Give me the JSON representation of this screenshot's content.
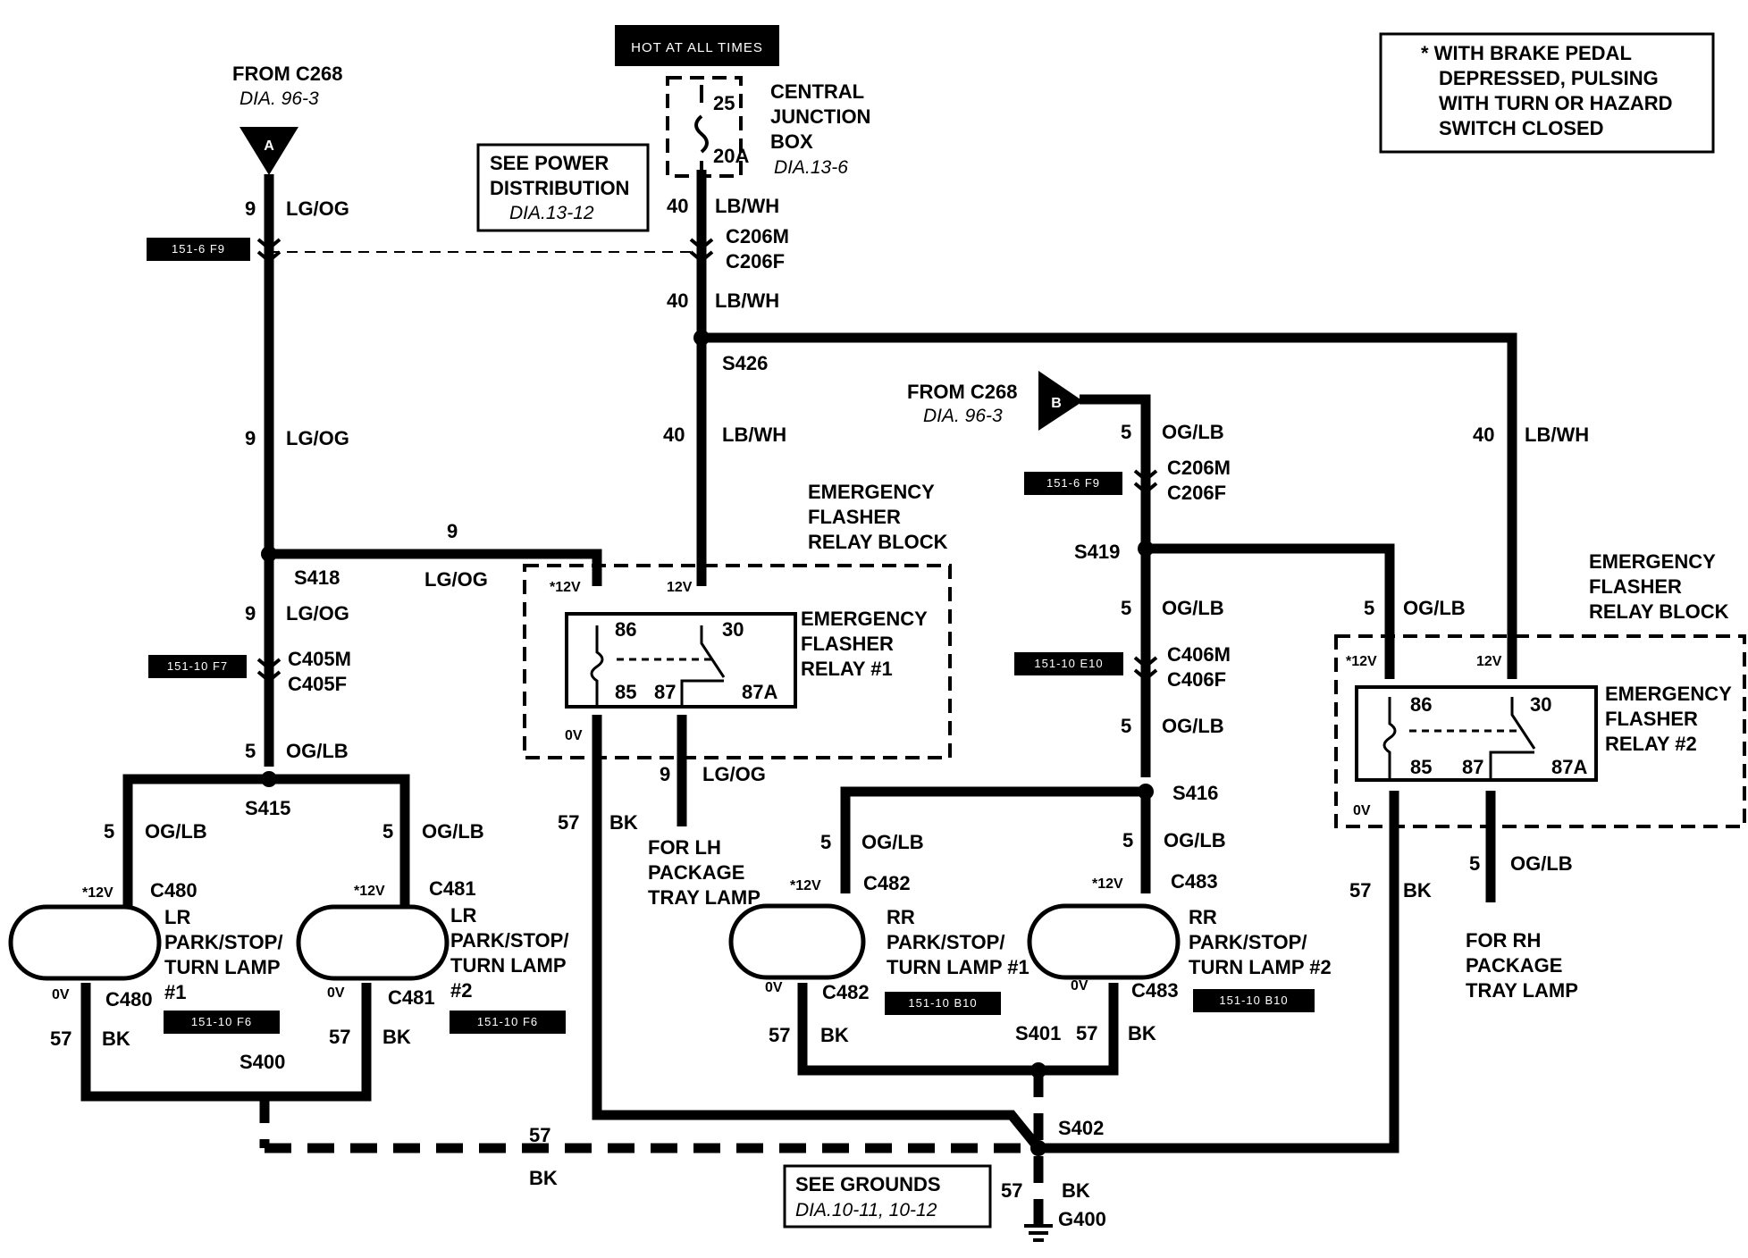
{
  "header": {
    "hot": "HOT AT ALL TIMES",
    "note": [
      "* WITH BRAKE PEDAL",
      "DEPRESSED, PULSING",
      "WITH TURN OR HAZARD",
      "SWITCH CLOSED"
    ]
  },
  "sources": {
    "a": {
      "from": "FROM C268",
      "dia": "DIA. 96-3",
      "letter": "A"
    },
    "b": {
      "from": "FROM C268",
      "dia": "DIA. 96-3",
      "letter": "B"
    }
  },
  "fuse": {
    "num": "25",
    "amp": "20A",
    "name": [
      "CENTRAL",
      "JUNCTION",
      "BOX"
    ],
    "dia": "DIA.13-6"
  },
  "power_dist": {
    "title": [
      "SEE POWER",
      "DISTRIBUTION"
    ],
    "dia": "DIA.13-12"
  },
  "grounds_box": {
    "title": "SEE GROUNDS",
    "dia": "DIA.10-11, 10-12"
  },
  "wires": {
    "n9": "9",
    "n40": "40",
    "n5": "5",
    "n57": "57",
    "lgog": "LG/OG",
    "lbwh": "LB/WH",
    "oglb": "OG/LB",
    "bk": "BK"
  },
  "connectors": {
    "c206m": "C206M",
    "c206f": "C206F",
    "c405m": "C405M",
    "c405f": "C405F",
    "c406m": "C406M",
    "c406f": "C406F",
    "c480": "C480",
    "c481": "C481",
    "c482": "C482",
    "c483": "C483"
  },
  "splices": {
    "s426": "S426",
    "s418": "S418",
    "s415": "S415",
    "s419": "S419",
    "s416": "S416",
    "s400": "S400",
    "s401": "S401",
    "s402": "S402",
    "g400": "G400"
  },
  "tags": {
    "t1": "151-6 F9",
    "t2": "151-6 F9",
    "t3": "151-10 F7",
    "t4": "151-10 E10",
    "t5": "151-10 F6",
    "t6": "151-10 F6",
    "t7": "151-10 B10",
    "t8": "151-10 B10"
  },
  "relay_block": [
    "EMERGENCY",
    "FLASHER",
    "RELAY BLOCK"
  ],
  "relay1": [
    "EMERGENCY",
    "FLASHER",
    "RELAY #1"
  ],
  "relay2": [
    "EMERGENCY",
    "FLASHER",
    "RELAY #2"
  ],
  "pins": {
    "p86": "86",
    "p30": "30",
    "p85": "85",
    "p87": "87",
    "p87a": "87A"
  },
  "volts": {
    "v12s": "*12V",
    "v12": "12V",
    "v0": "0V"
  },
  "lamps": {
    "lr1": [
      "LR",
      "PARK/STOP/",
      "TURN LAMP",
      "#1"
    ],
    "lr2": [
      "LR",
      "PARK/STOP/",
      "TURN LAMP",
      "#2"
    ],
    "rr1": [
      "RR",
      "PARK/STOP/",
      "TURN LAMP #1"
    ],
    "rr2": [
      "RR",
      "PARK/STOP/",
      "TURN LAMP #2"
    ]
  },
  "tray": {
    "lh": [
      "FOR LH",
      "PACKAGE",
      "TRAY LAMP"
    ],
    "rh": [
      "FOR RH",
      "PACKAGE",
      "TRAY LAMP"
    ]
  }
}
